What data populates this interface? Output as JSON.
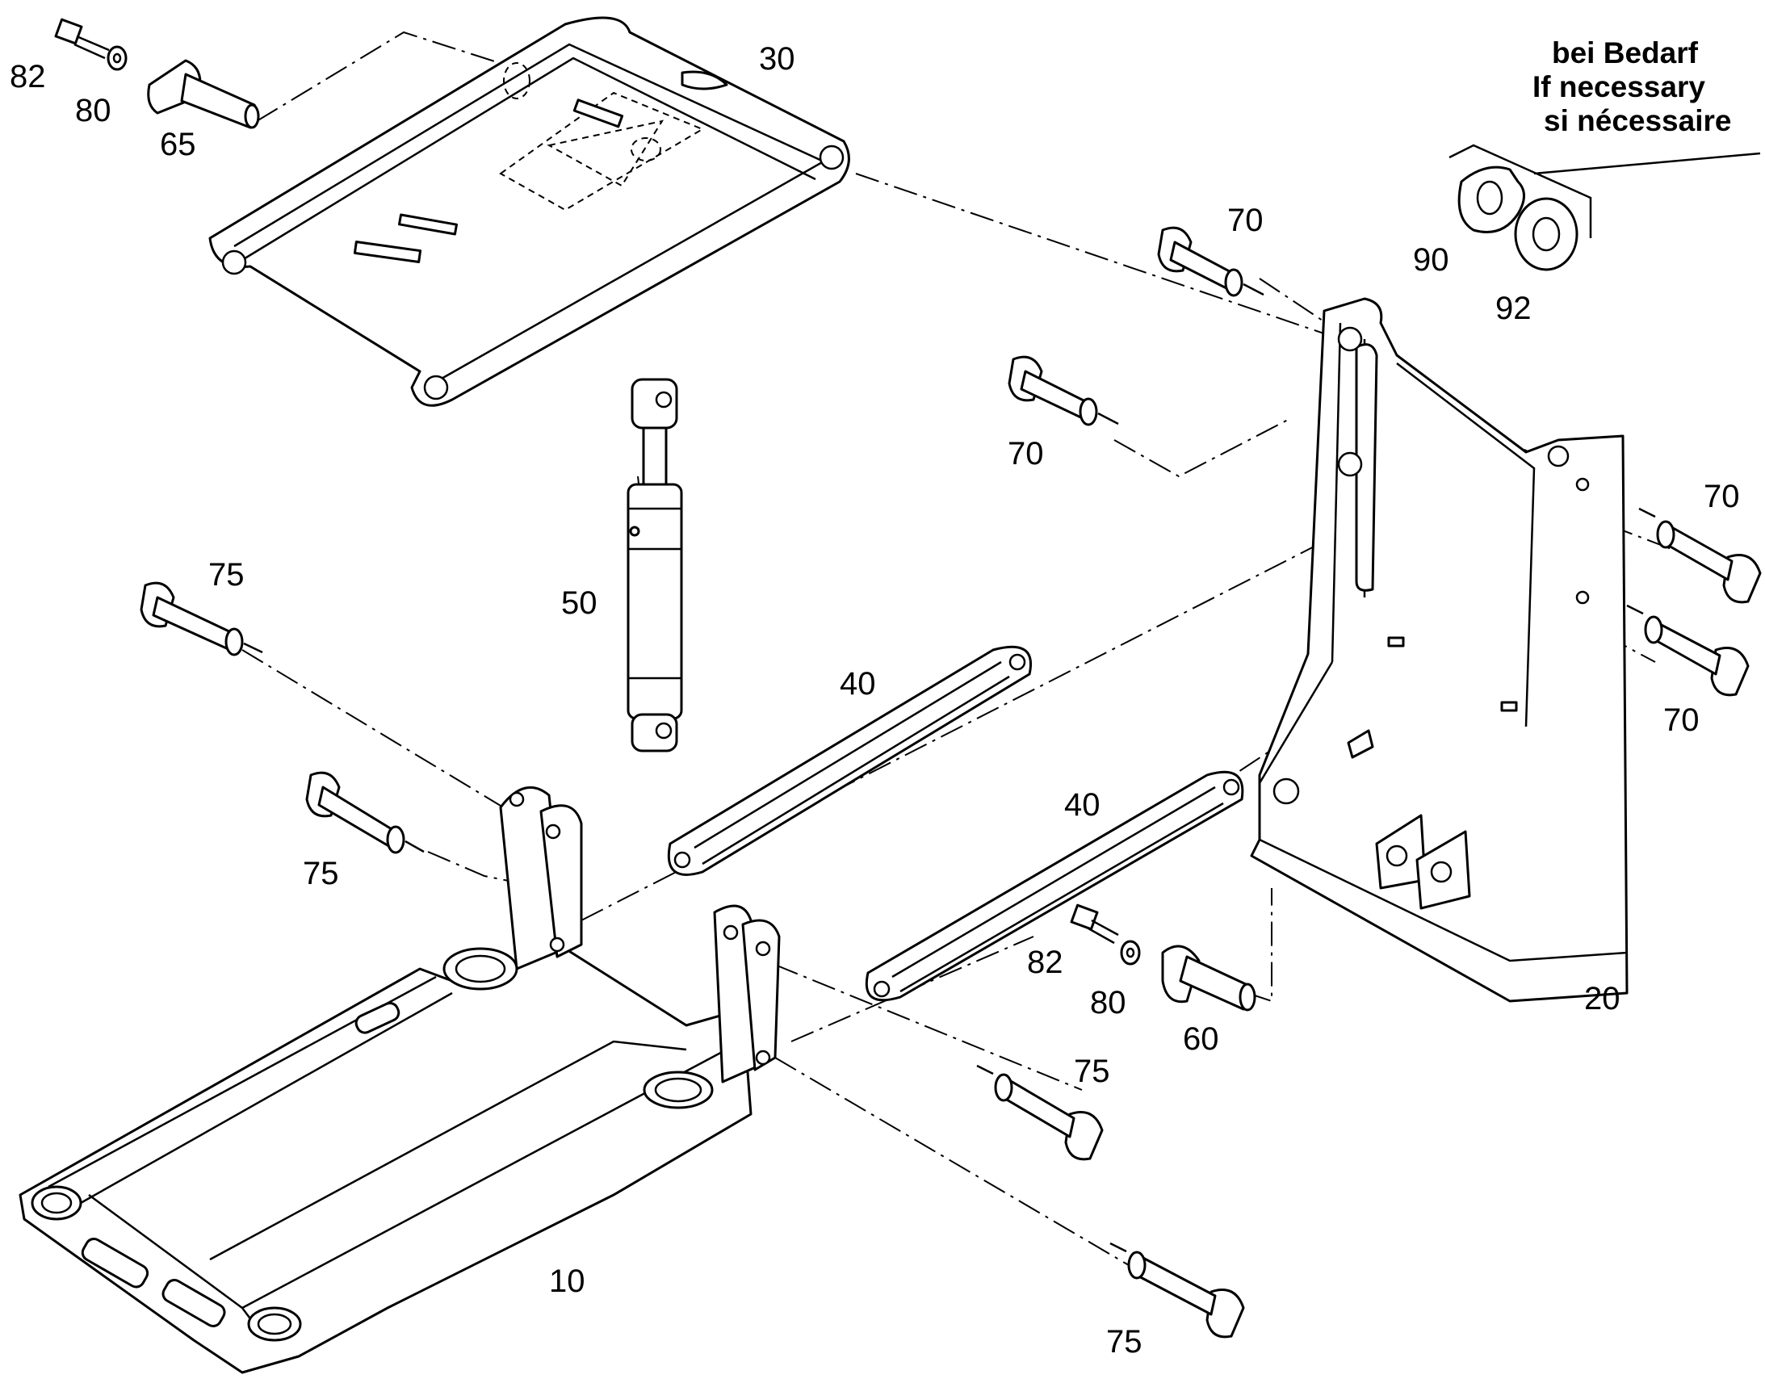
{
  "callouts": {
    "c82a": "82",
    "c80a": "80",
    "c65": "65",
    "c30": "30",
    "c90": "90",
    "c92": "92",
    "c70a": "70",
    "c70b": "70",
    "c70c": "70",
    "c70d": "70",
    "c50": "50",
    "c75a": "75",
    "c75b": "75",
    "c75c": "75",
    "c75d": "75",
    "c40a": "40",
    "c40b": "40",
    "c82b": "82",
    "c80b": "80",
    "c60": "60",
    "c20": "20",
    "c10": "10"
  },
  "note": {
    "line1": "bei Bedarf",
    "line2": "If necessary",
    "line3": "si nécessaire"
  }
}
